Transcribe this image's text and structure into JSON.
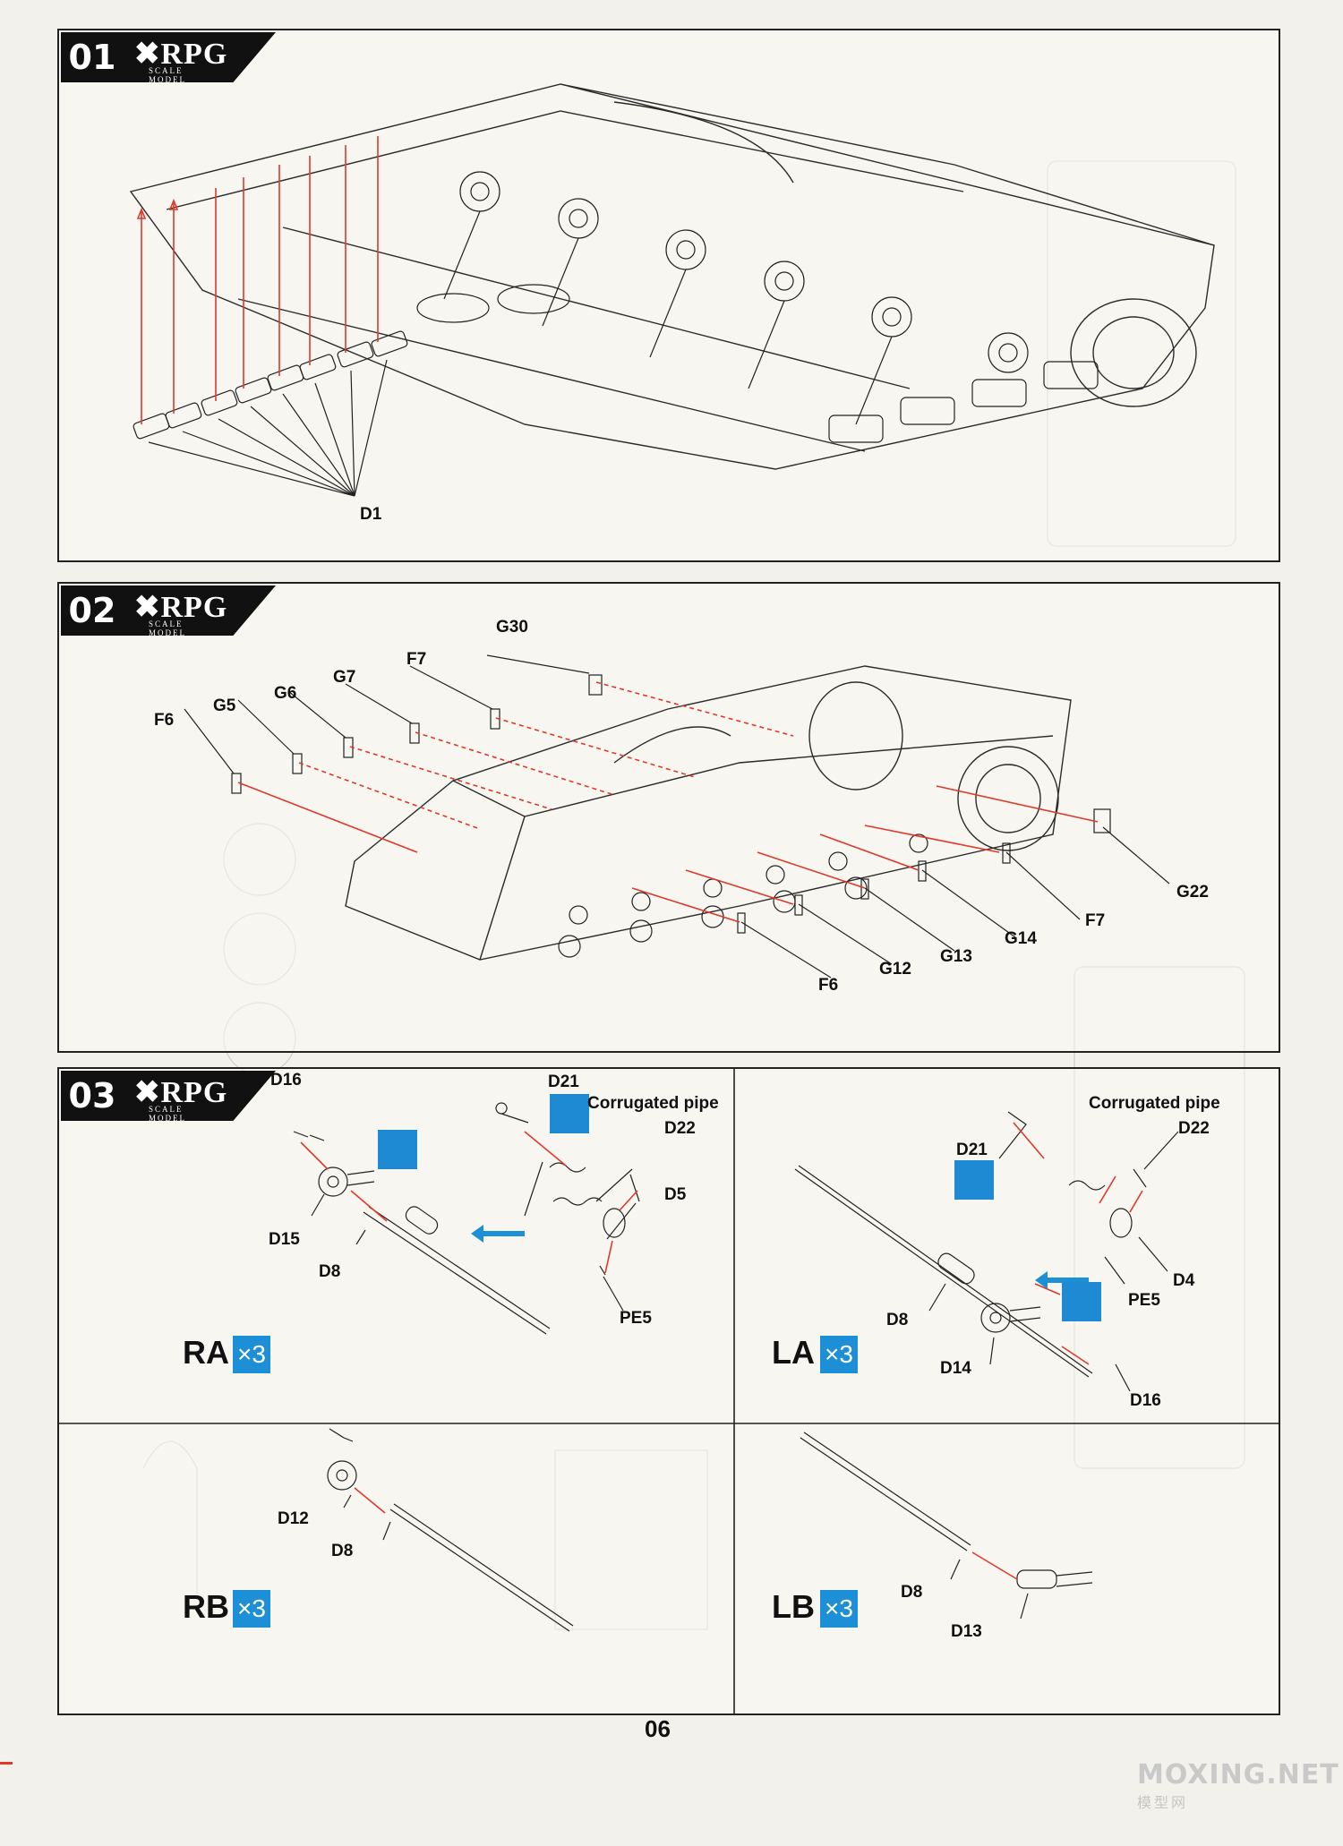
{
  "page_number": "06",
  "brand": {
    "name": "RPG",
    "sub": "SCALE MODEL"
  },
  "steps": [
    {
      "number": "01",
      "labels": [
        "D1"
      ]
    },
    {
      "number": "02",
      "labels": [
        "G30",
        "F7",
        "G7",
        "G6",
        "G5",
        "F6",
        "G22",
        "F7",
        "G14",
        "G13",
        "G12",
        "F6"
      ]
    },
    {
      "number": "03",
      "sub_assemblies": [
        {
          "id": "RA",
          "count": "×3",
          "labels": [
            "D16",
            "D15",
            "D8",
            "D21",
            "Corrugated pipe",
            "D22",
            "D5",
            "PE5"
          ]
        },
        {
          "id": "LA",
          "count": "×3",
          "labels": [
            "D21",
            "Corrugated pipe",
            "D22",
            "D4",
            "PE5",
            "D8",
            "D14",
            "D16"
          ]
        },
        {
          "id": "RB",
          "count": "×3",
          "labels": [
            "D12",
            "D8"
          ]
        },
        {
          "id": "LB",
          "count": "×3",
          "labels": [
            "D8",
            "D13"
          ]
        }
      ]
    }
  ],
  "watermark": {
    "text": "MOXING.NET",
    "sub": "模型网"
  },
  "colors": {
    "accent": "#1d8fd6",
    "arrow": "#e0392a",
    "badge": "#111111"
  }
}
